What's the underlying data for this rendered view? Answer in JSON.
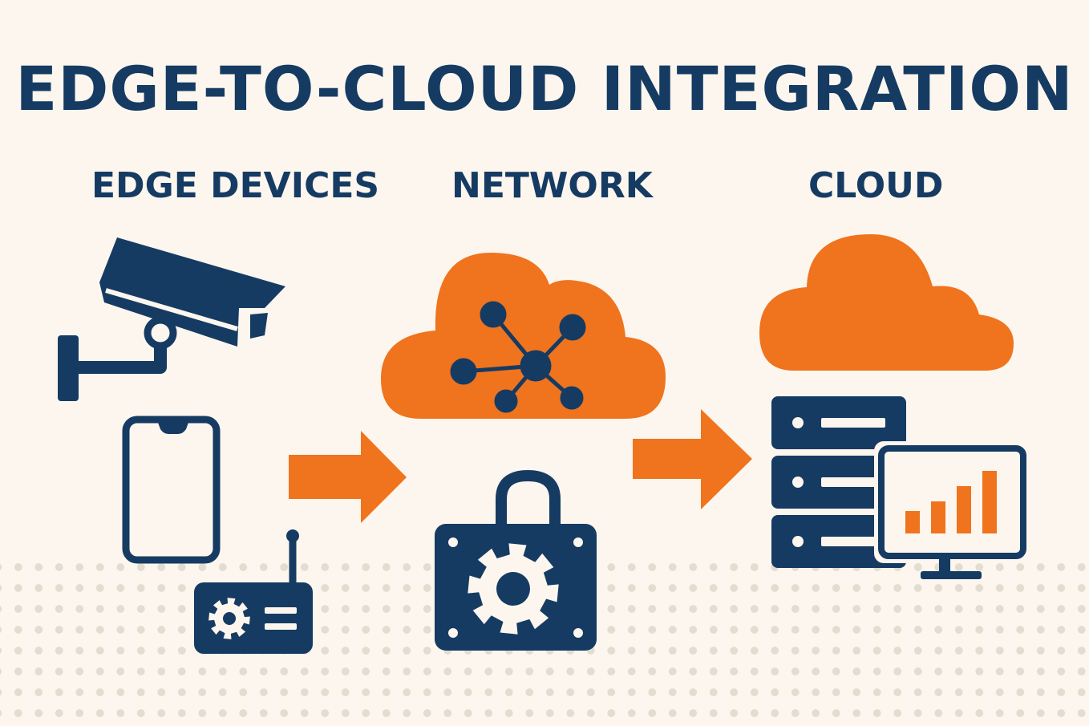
{
  "title": "EDGE-TO-CLOUD INTEGRATION",
  "columns": {
    "edge": "EDGE DEVICES",
    "network": "NETWORK",
    "cloud": "CLOUD"
  },
  "colors": {
    "navy": "#153b63",
    "orange": "#f0731d",
    "background": "#fcf6ee"
  },
  "icons": [
    "security-camera-icon",
    "smartphone-icon",
    "router-icon",
    "network-cloud-icon",
    "secure-gear-lock-icon",
    "cloud-icon",
    "server-icon",
    "monitor-chart-icon",
    "arrow-right-icon"
  ]
}
